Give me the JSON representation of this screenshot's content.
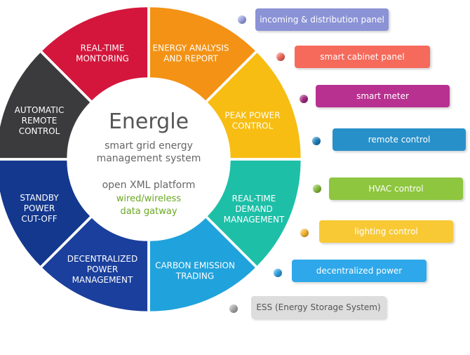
{
  "center": {
    "title": "Energle",
    "subtitle_line1": "smart grid energy",
    "subtitle_line2": "management system",
    "platform": "open XML platform",
    "connectivity": "wired/wireless",
    "gateway": "data gatway"
  },
  "segments": [
    {
      "id": "real-time-monitoring",
      "lines": [
        "REAL-TIME",
        "MONTORING"
      ],
      "color": "#d4163c"
    },
    {
      "id": "energy-analysis-report",
      "lines": [
        "ENERGY ANALYSIS",
        "AND REPORT"
      ],
      "color": "#f39214"
    },
    {
      "id": "peak-power-control",
      "lines": [
        "PEAK POWER",
        "CONTROL"
      ],
      "color": "#f7bd12"
    },
    {
      "id": "real-time-demand-management",
      "lines": [
        "REAL-TIME",
        "DEMAND",
        "MANAGEMENT"
      ],
      "color": "#1dbfa7"
    },
    {
      "id": "carbon-emission-trading",
      "lines": [
        "CARBON EMISSION",
        "TRADING"
      ],
      "color": "#20a2dc"
    },
    {
      "id": "decentralized-power-management",
      "lines": [
        "DECENTRALIZED",
        "POWER",
        "MANAGEMENT"
      ],
      "color": "#1b3f9c"
    },
    {
      "id": "standby-power-cutoff",
      "lines": [
        "STANDBY",
        "POWER",
        "CUT-OFF"
      ],
      "color": "#14388e"
    },
    {
      "id": "automatic-remote-control",
      "lines": [
        "AUTOMATIC",
        "REMOTE",
        "CONTROL"
      ],
      "color": "#3b3b3d"
    }
  ],
  "features": [
    {
      "id": "incoming-distribution-panel",
      "label": "incoming & distribution panel",
      "color": "#8b93d6",
      "dot": "#9aa2e2"
    },
    {
      "id": "smart-cabinet-panel",
      "label": "smart cabinet panel",
      "color": "#f56a5b",
      "dot": "#f2665a"
    },
    {
      "id": "smart-meter",
      "label": "smart meter",
      "color": "#b83190",
      "dot": "#a5277f"
    },
    {
      "id": "remote-control",
      "label": "remote control",
      "color": "#2890c9",
      "dot": "#1d7fbd"
    },
    {
      "id": "hvac-control",
      "label": "HVAC control",
      "color": "#8ec63f",
      "dot": "#84bd37"
    },
    {
      "id": "lighting-control",
      "label": "lighting control",
      "color": "#f8c935",
      "dot": "#f6b52a"
    },
    {
      "id": "decentralized-power",
      "label": "decentralized power",
      "color": "#2ea8ea",
      "dot": "#2b9fe1"
    },
    {
      "id": "ess",
      "label": "ESS (Energy Storage System)",
      "color": "#dddddd",
      "dot": "#a8a8a8",
      "text": "#555555"
    }
  ]
}
